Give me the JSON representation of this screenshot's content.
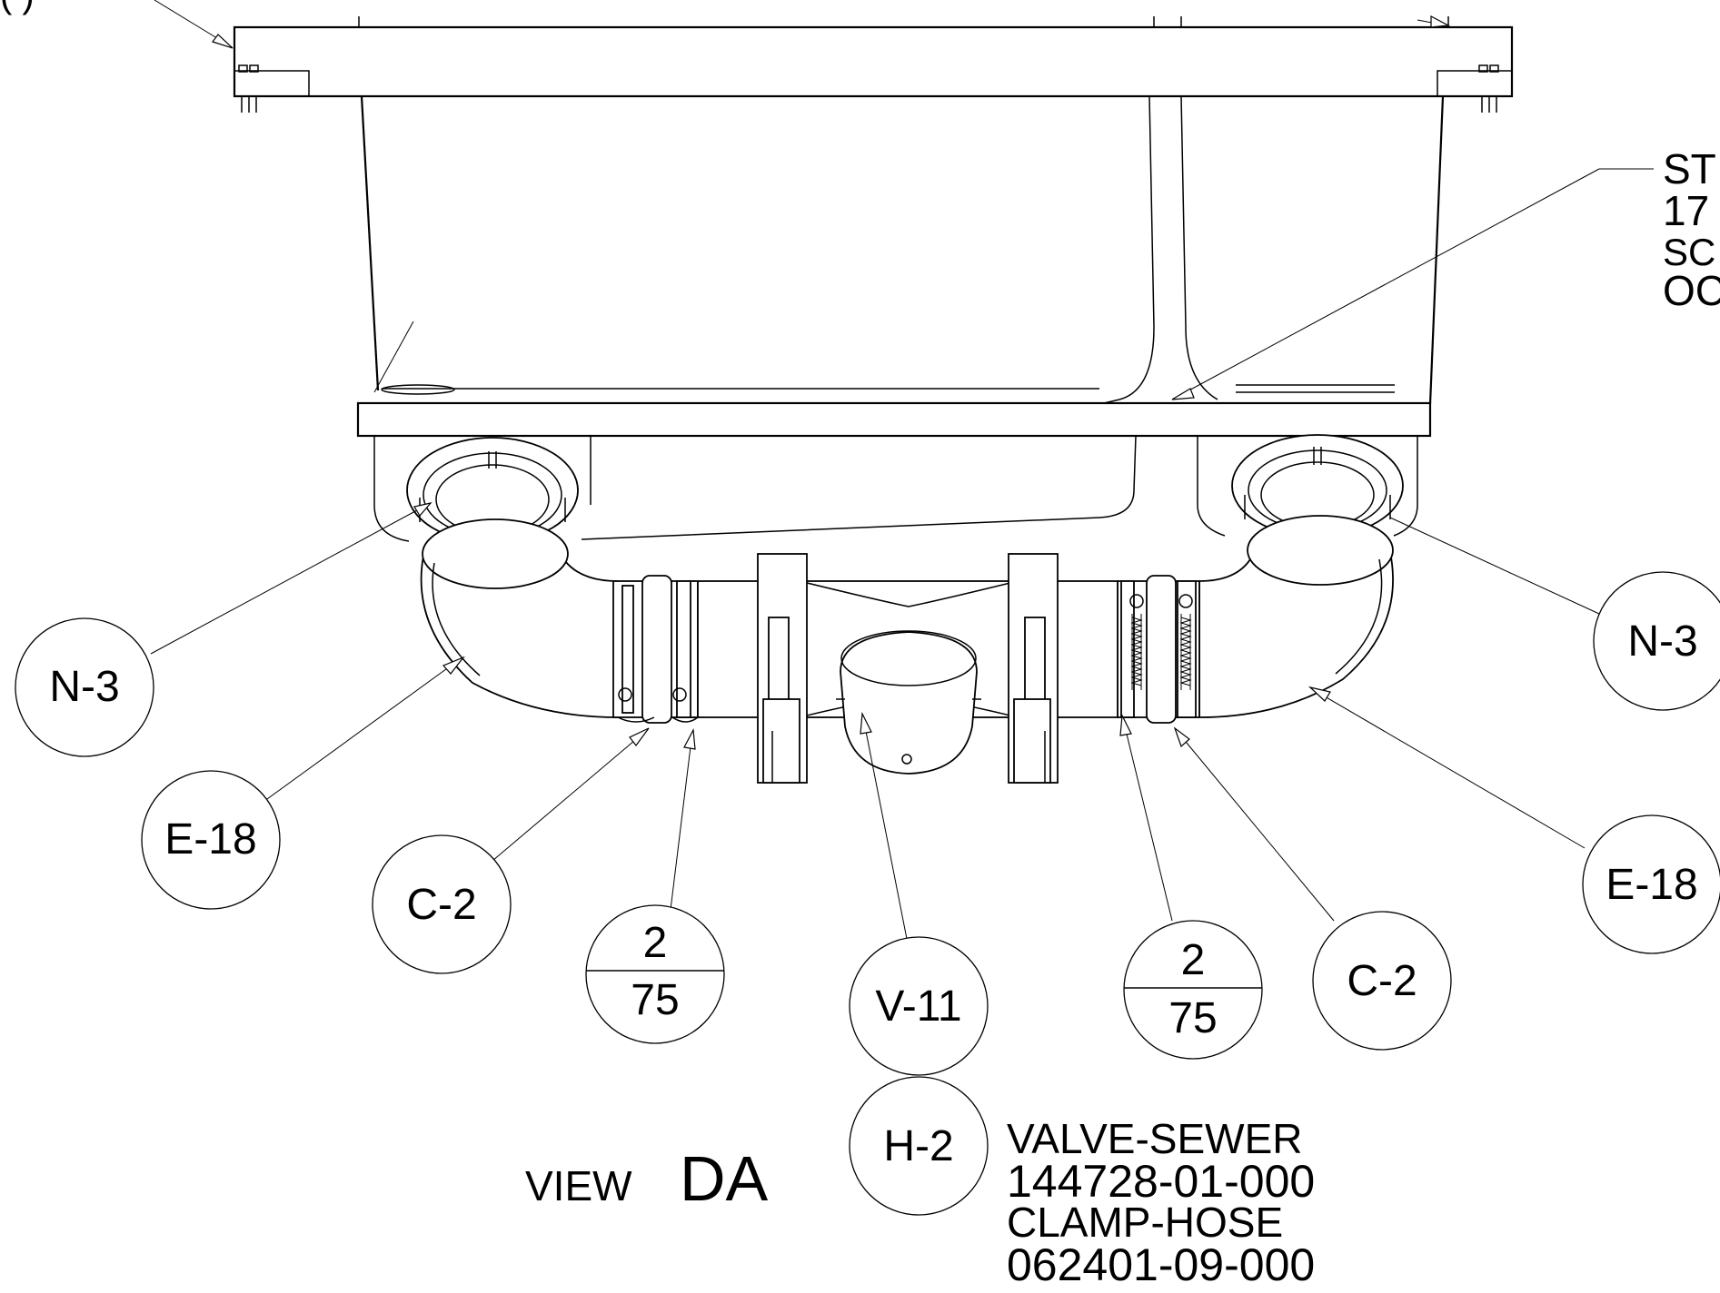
{
  "view": {
    "prefix": "VIEW",
    "name": "DA"
  },
  "callouts": {
    "n3_left": "N-3",
    "n3_right": "N-3",
    "e18_left": "E-18",
    "e18_right": "E-18",
    "c2_left": "C-2",
    "c2_right": "C-2",
    "v11": "V-11",
    "h2": "H-2",
    "qty_left": {
      "top": "2",
      "bottom": "75"
    },
    "qty_right": {
      "top": "2",
      "bottom": "75"
    }
  },
  "notes": {
    "valve_name": "VALVE-SEWER",
    "valve_part": "144728-01-000",
    "clamp_name": "CLAMP-HOSE",
    "clamp_part": "062401-09-000"
  },
  "cut_label": [
    "ST",
    "17",
    "SC",
    "OC"
  ]
}
